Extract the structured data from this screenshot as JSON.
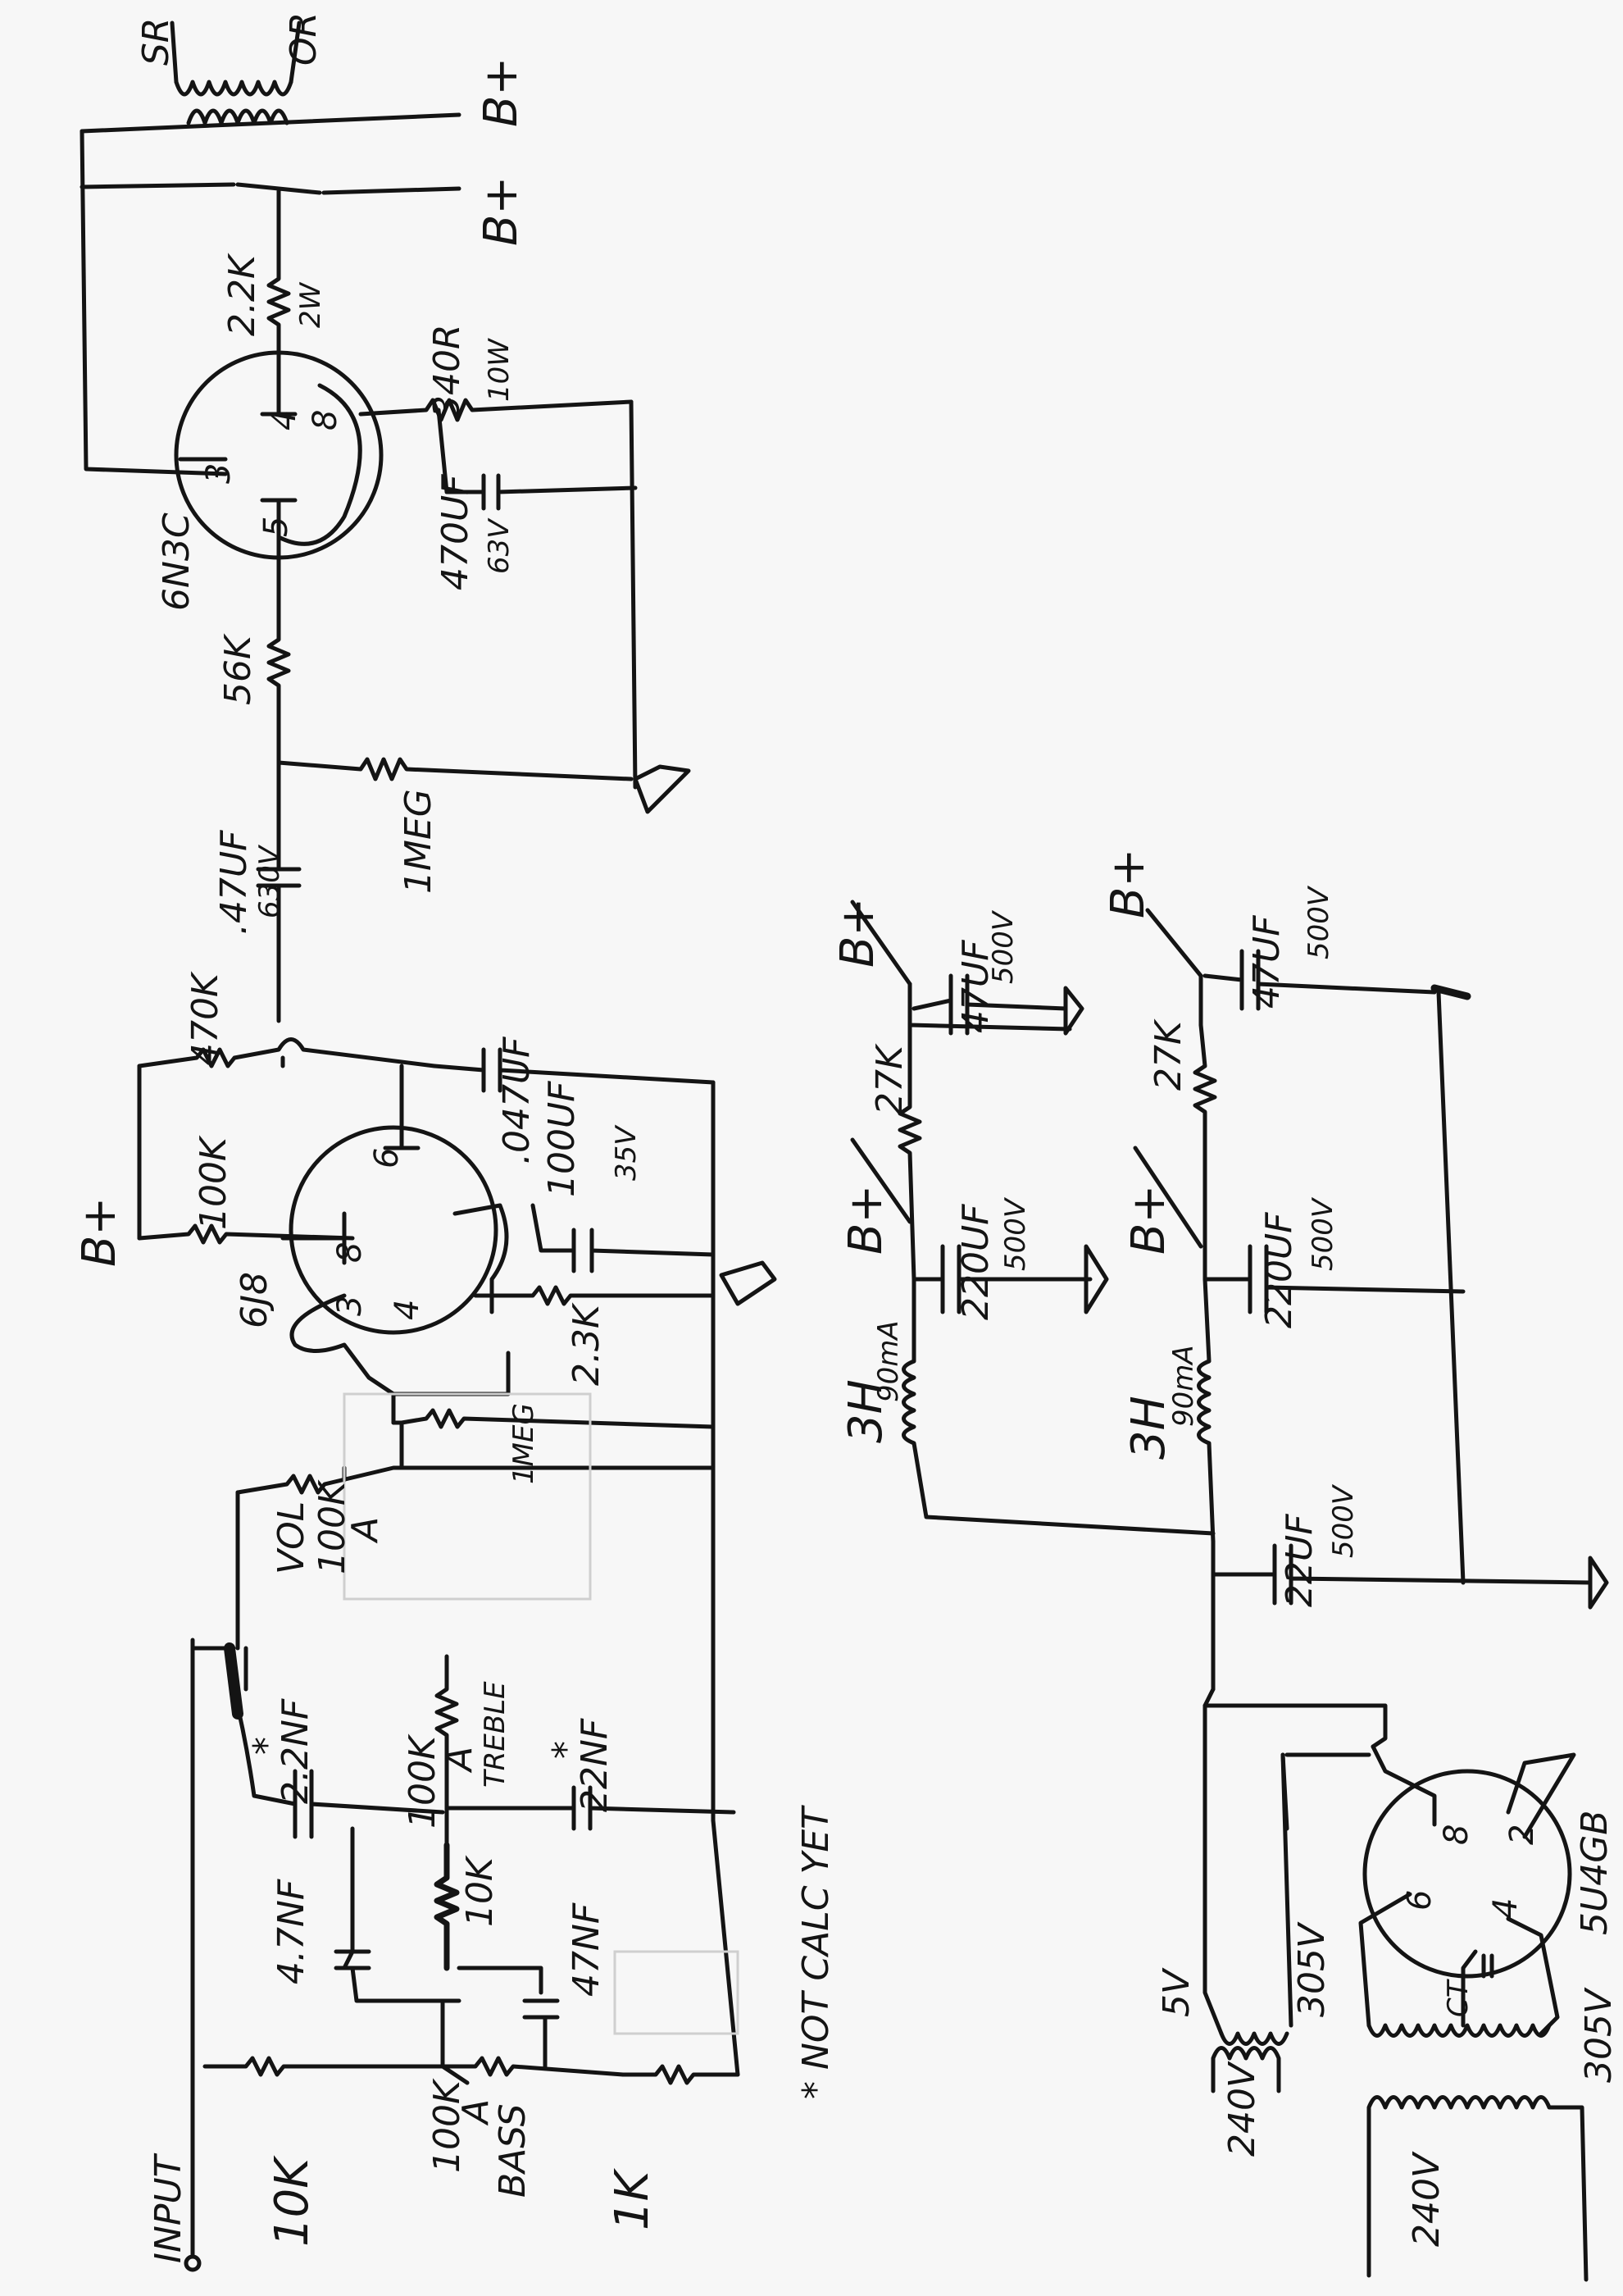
{
  "labels": {
    "sr": "SR",
    "or": "OR",
    "bplus_top": "B+",
    "bplus_out": "B+",
    "r_22k": "2.2K",
    "r_22k_w": "2W",
    "r_340": "340R",
    "r_340_w": "10W",
    "c_470uf": "470UF",
    "c_470uf_v": "63V",
    "tube_out": "6N3C",
    "r_56k": "56K",
    "r_1meg": "1MEG",
    "c_047_out": ".47UF",
    "c_047_out_v": "630V",
    "r_470k": "470K",
    "r_100k_pl": "100K",
    "c_047_mid": ".047UF",
    "c_100uf": "100UF",
    "c_100uf_v": "35V",
    "bplus_pre": "B+",
    "tube_pre": "6J8",
    "r_23k": "2.3K",
    "r_1meg_grid": "1MEG",
    "vol": "VOL",
    "vol_val": "100K",
    "vol_taper": "A",
    "c_22nf_a": "2.2NF",
    "c_22nf_star": "*",
    "treble_pot": "100K",
    "treble_taper": "A",
    "treble": "TREBLE",
    "c_22nf_b": "22NF",
    "c_22nf_b_star": "*",
    "r_10k_mid": "10K",
    "c_47nf_a": "4.7NF",
    "c_47nf_b": "47NF",
    "input": "INPUT",
    "r_10k": "10K",
    "bass_pot": "100K",
    "bass_taper": "A",
    "bass": "BASS",
    "r_1k": "1K",
    "note": "* NOT CALC YET",
    "ps1_bplus_a": "B+",
    "ps1_c47": "47UF",
    "ps1_c47_v": "500V",
    "ps1_r27k": "27K",
    "ps1_bplus_b": "B+",
    "ps1_c220": "220UF",
    "ps1_c220_v": "500V",
    "ps1_choke": "3H",
    "ps1_choke_ma": "90mA",
    "ps2_bplus_a": "B+",
    "ps2_c47": "47UF",
    "ps2_c47_v": "500V",
    "ps2_r27k": "27K",
    "ps2_bplus_b": "B+",
    "ps2_c220": "220UF",
    "ps2_c220_v": "500V",
    "ps2_choke": "3H",
    "ps2_choke_ma": "90mA",
    "ps_c22": "22UF",
    "ps_c22_v": "500V",
    "v5": "5V",
    "v305a": "305V",
    "v305b": "305V",
    "ct": "CT",
    "rect_tube": "5U4GB",
    "pin2": "2",
    "pin8": "8",
    "pin6": "6",
    "pin4": "4",
    "v240a": "240V",
    "v240b": "240V"
  }
}
